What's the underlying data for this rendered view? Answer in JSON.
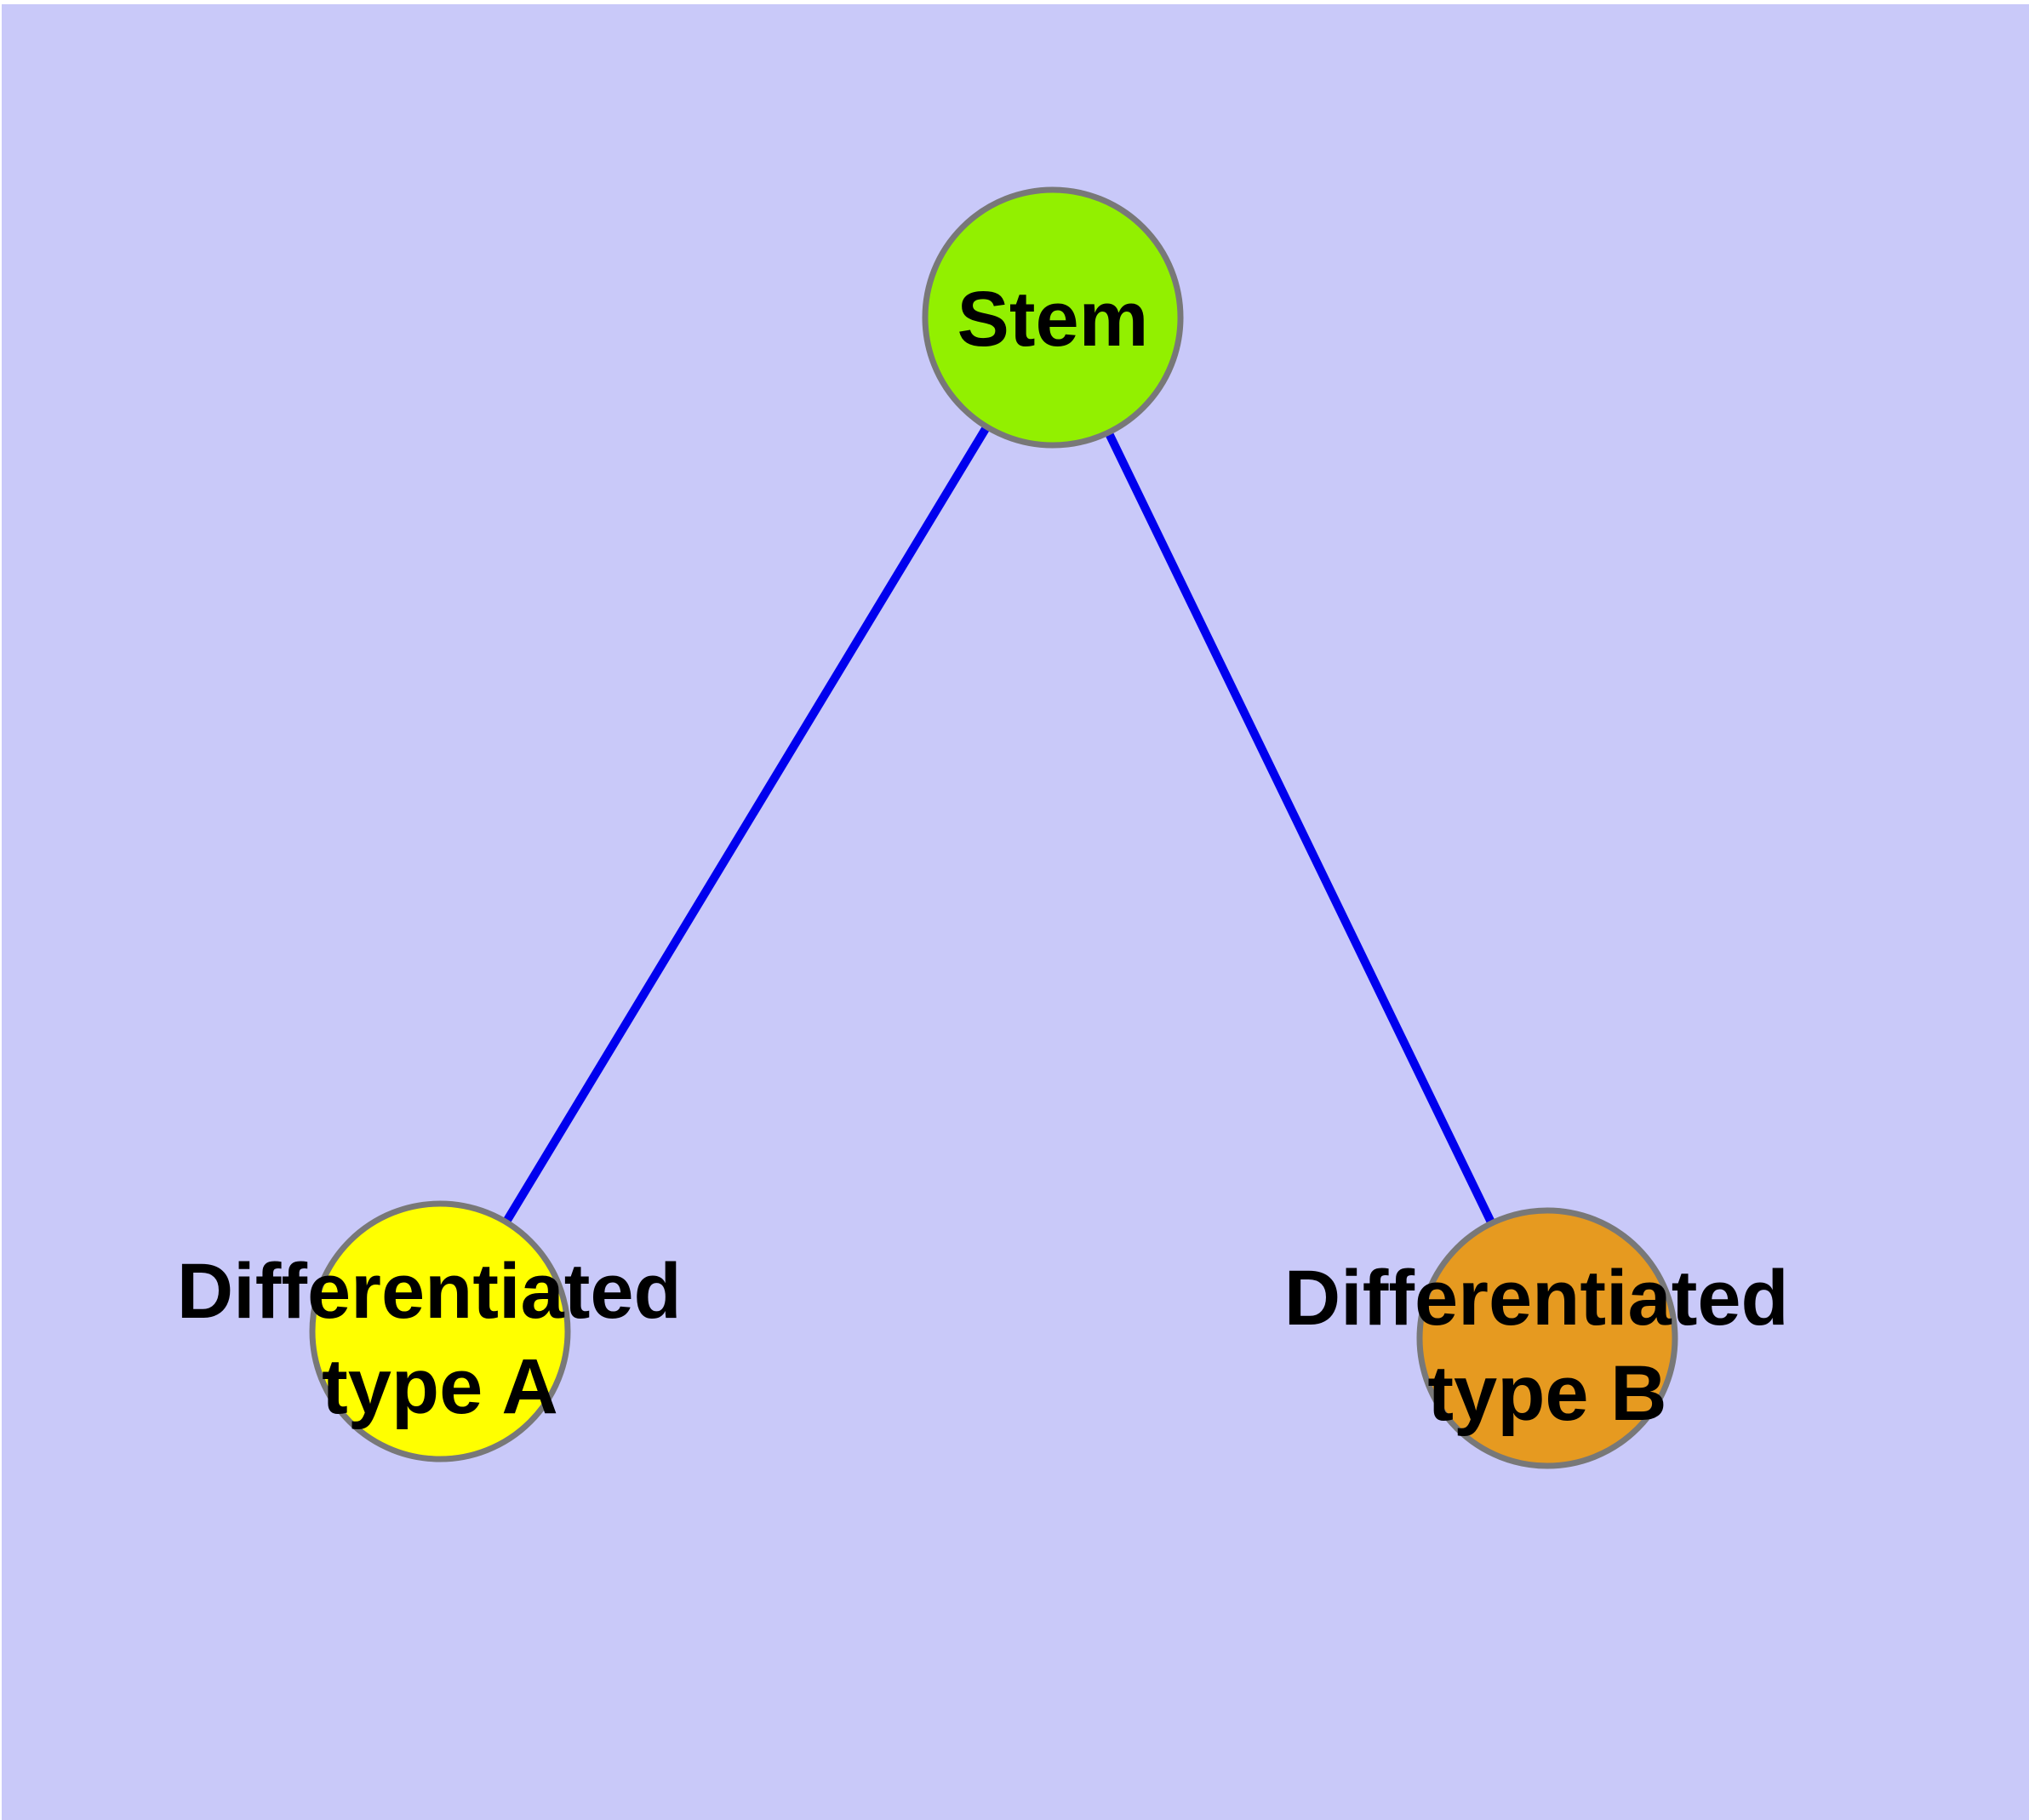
{
  "diagram": {
    "type": "graph",
    "page_color": "#FFFFFF",
    "background_color": "#C9C9F9",
    "edge_color": "#0000EE",
    "node_border_color": "#787878",
    "label_color": "#000000",
    "nodes": [
      {
        "id": "stem",
        "fill": "#92F000",
        "label_lines": [
          "Stem"
        ]
      },
      {
        "id": "type-a",
        "fill": "#FFFF00",
        "label_lines": [
          "Differentiated",
          "type A"
        ]
      },
      {
        "id": "type-b",
        "fill": "#E69A20",
        "label_lines": [
          "Differentiated",
          "type B"
        ]
      }
    ],
    "edges": [
      {
        "from": "Stem",
        "to": "Differentiated type A"
      },
      {
        "from": "Stem",
        "to": "Differentiated type B"
      }
    ]
  }
}
